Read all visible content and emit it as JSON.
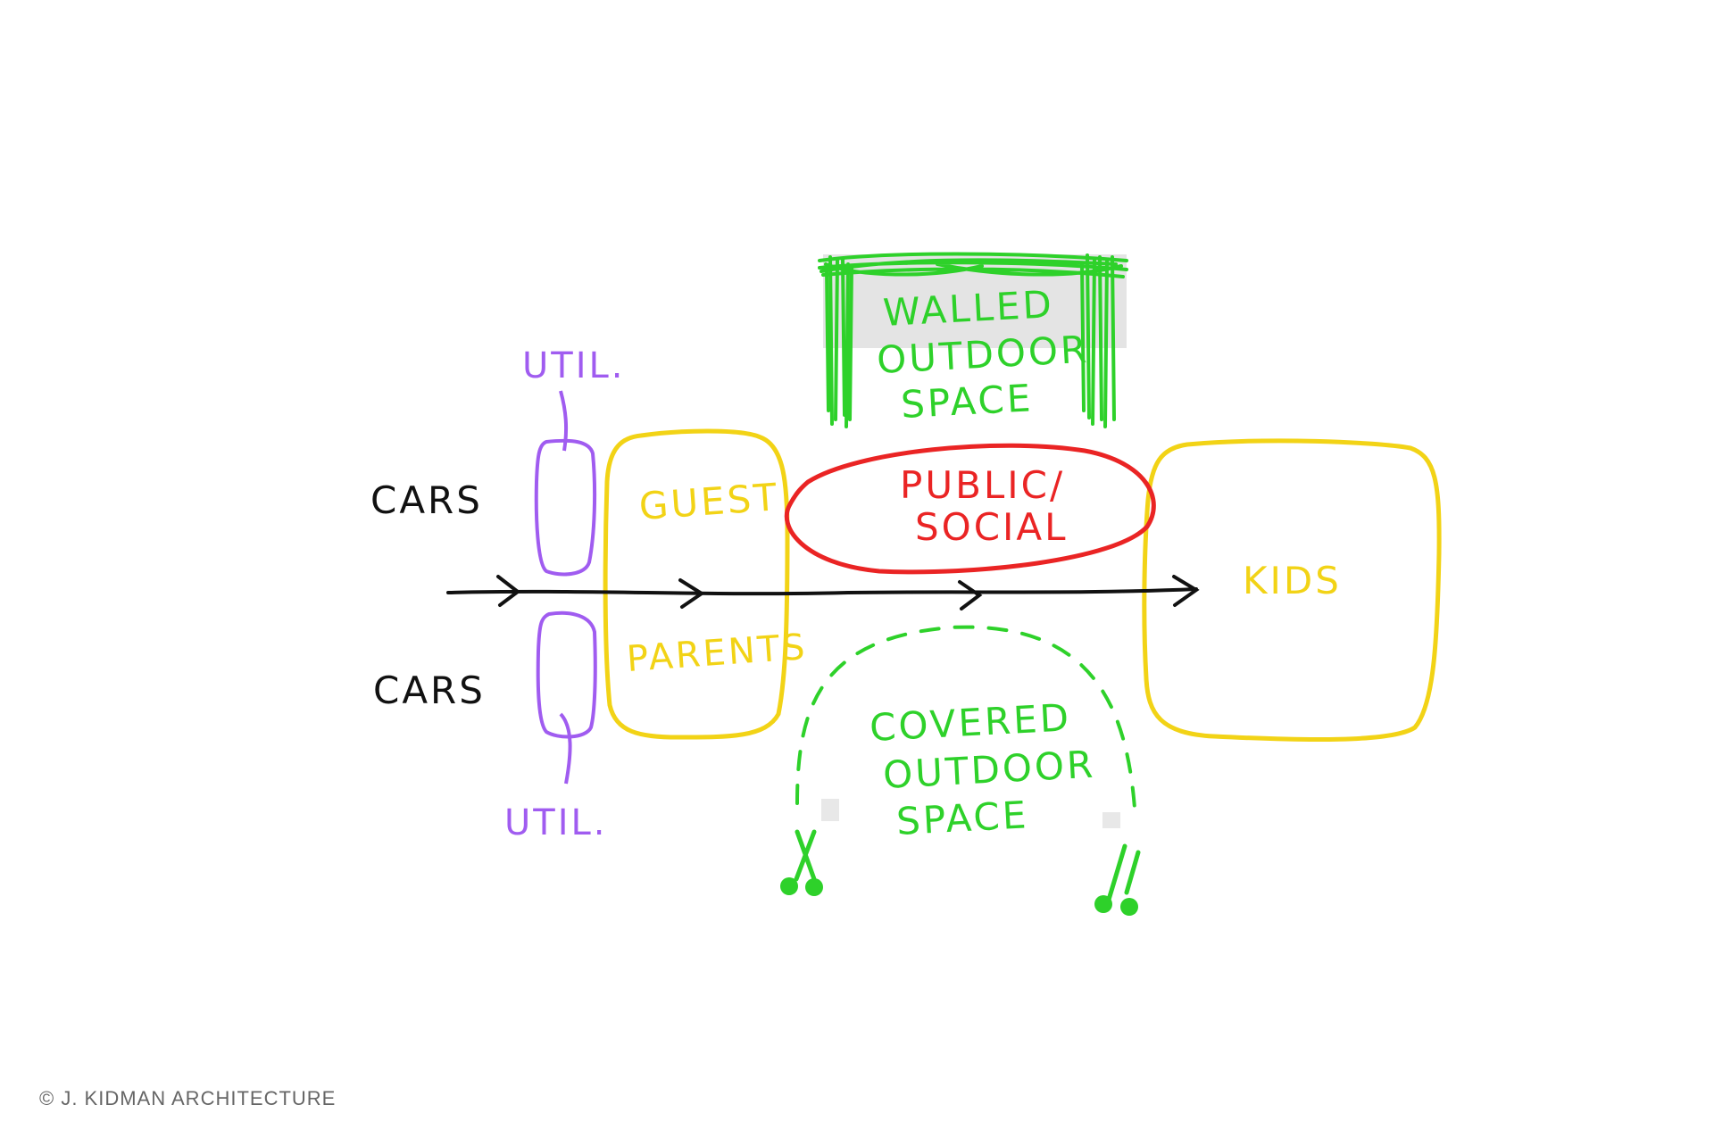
{
  "colors": {
    "black": "#111111",
    "purple": "#a05cf0",
    "yellow": "#f2d316",
    "red": "#ea2424",
    "green": "#2ed12a",
    "gray": "#d6d6d6"
  },
  "labels": {
    "cars_top": "CARS",
    "cars_bottom": "CARS",
    "util_top": "UTIL.",
    "util_bottom": "UTIL.",
    "guest": "GUEST",
    "parents": "PARENTS",
    "public_line1": "PUBLIC/",
    "public_line2": "SOCIAL",
    "walled_line1": "WALLED",
    "walled_line2": "OUTDOOR",
    "walled_line3": "SPACE",
    "covered_line1": "COVERED",
    "covered_line2": "OUTDOOR",
    "covered_line3": "SPACE",
    "kids": "KIDS"
  },
  "footer": {
    "credit": "© J. KIDMAN ARCHITECTURE"
  }
}
